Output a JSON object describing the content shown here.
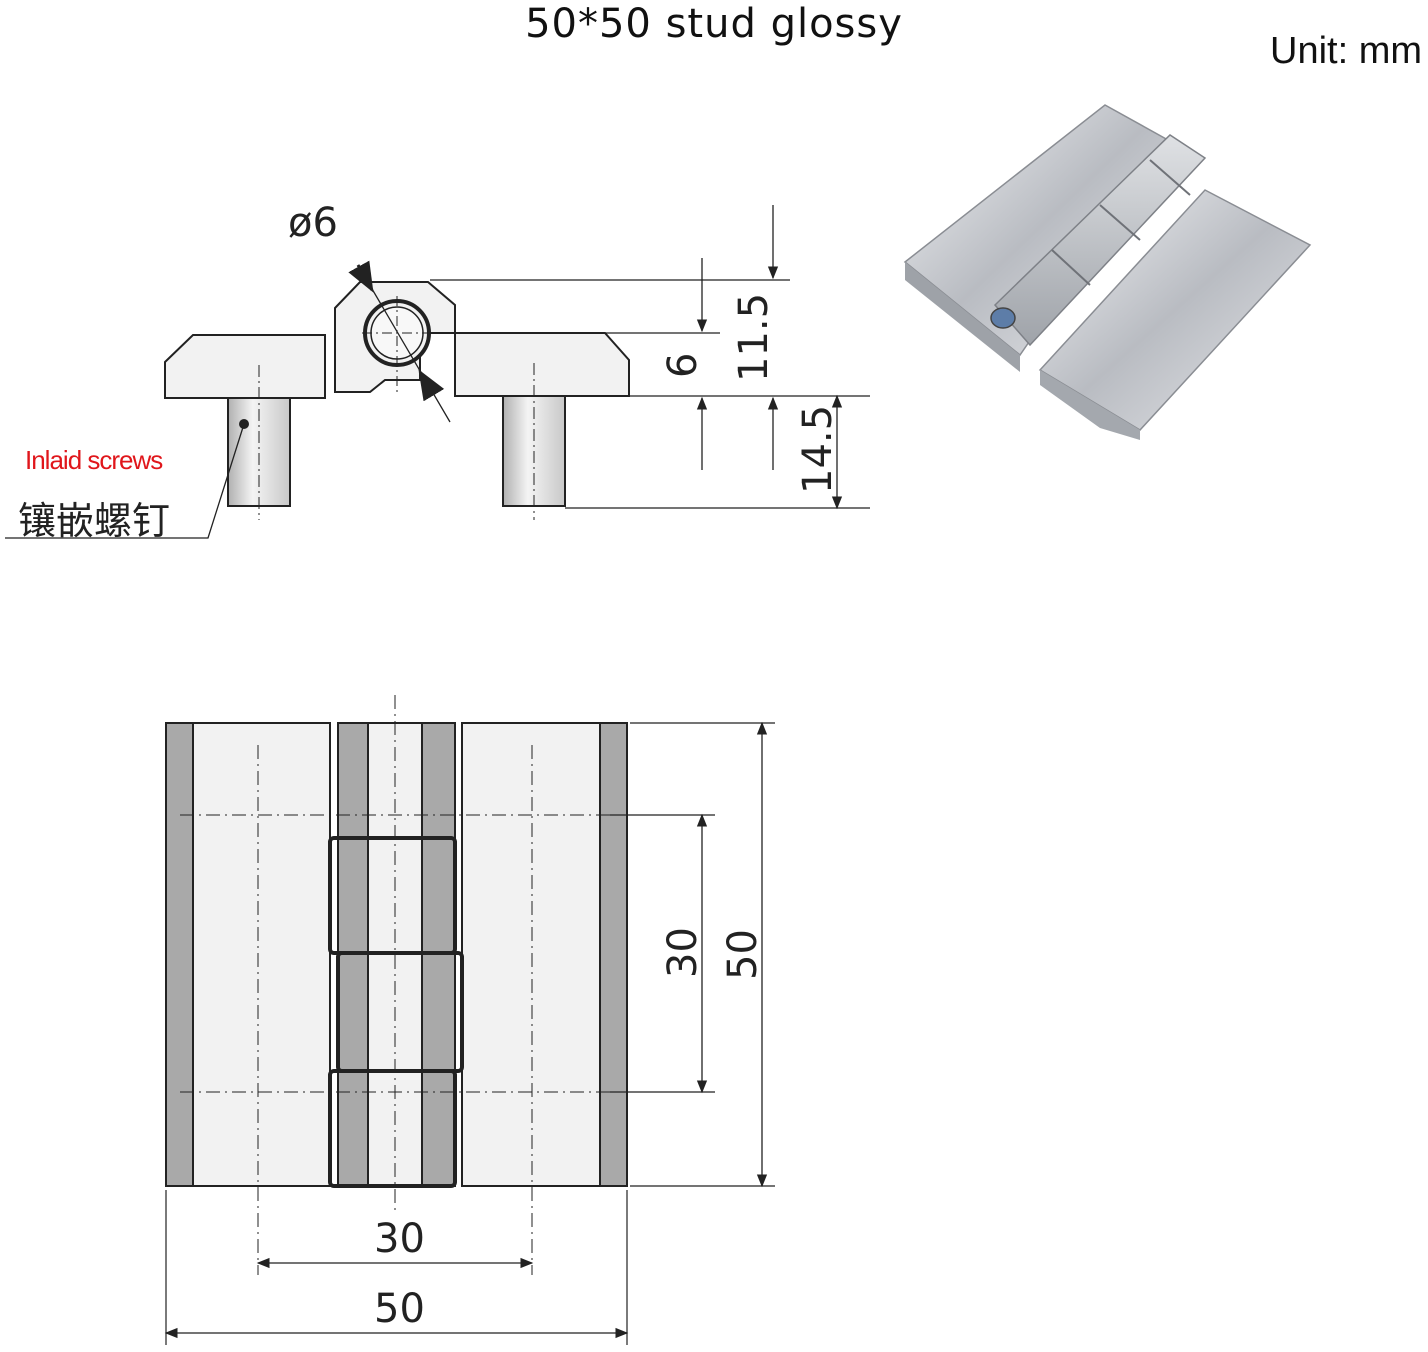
{
  "title": "50*50 stud glossy",
  "unit": "Unit: mm",
  "callout": {
    "english": "Inlaid screws",
    "chinese": "镶嵌螺钉"
  },
  "side_view": {
    "pin_diameter": "ø6",
    "dim_a": "11.5",
    "dim_b": "6",
    "dim_c": "14.5"
  },
  "top_view": {
    "hole_spacing_vertical": "30",
    "height": "50",
    "hole_spacing_horizontal": "30",
    "width": "50"
  },
  "colors": {
    "line": "#222222",
    "fill_light": "#f2f2f2",
    "fill_dark": "#a9a9a9",
    "callout_red": "#e0161b"
  }
}
